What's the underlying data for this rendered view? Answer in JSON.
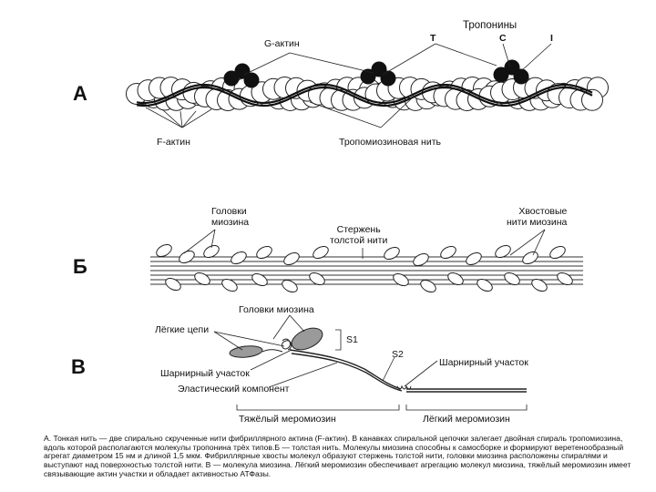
{
  "panels": {
    "a": {
      "letter": "А",
      "labels": {
        "g_actin": "G-актин",
        "troponins": "Тропонины",
        "troponin_t": "T",
        "troponin_c": "C",
        "troponin_i": "I",
        "f_actin": "F-актин",
        "tropomyosin": "Тропомиозиновая нить"
      }
    },
    "b": {
      "letter": "Б",
      "labels": {
        "myosin_heads": "Головки\nмиозина",
        "thick_rod": "Стержень\nтолстой нити",
        "myosin_tails": "Хвостовые\nнити миозина"
      }
    },
    "c": {
      "letter": "В",
      "labels": {
        "myosin_heads": "Головки миозина",
        "light_chains": "Лёгкие цепи",
        "s1": "S1",
        "s2": "S2",
        "hinge_left": "Шарнирный участок",
        "hinge_right": "Шарнирный участок",
        "elastic": "Эластический компонент",
        "heavy_meromyosin": "Тяжёлый меромиозин",
        "light_meromyosin": "Лёгкий меромиозин"
      }
    }
  },
  "caption": "А. Тонкая нить — две спирально скрученные нити фибриллярного актина (F-актин). В канавках спиральной цепочки залегает двойная спираль тропомиозина, вдоль которой располагаются молекулы тропонина трёх типов.Б — толстая нить. Молекулы миозина способны к самосборке и формируют веретенообразный агрегат диаметром 15 нм и длиной 1,5 мкм. Фибриллярные хвосты молекул образуют стержень толстой нити, головки миозина расположены спиралями и выступают над поверхностью толстой нити. В — молекула миозина. Лёгкий меромиозин обеспечивает агрегацию молекул миозина, тяжёлый меромиозин имеет связывающие актин участки и обладает активностью АТФазы."
}
